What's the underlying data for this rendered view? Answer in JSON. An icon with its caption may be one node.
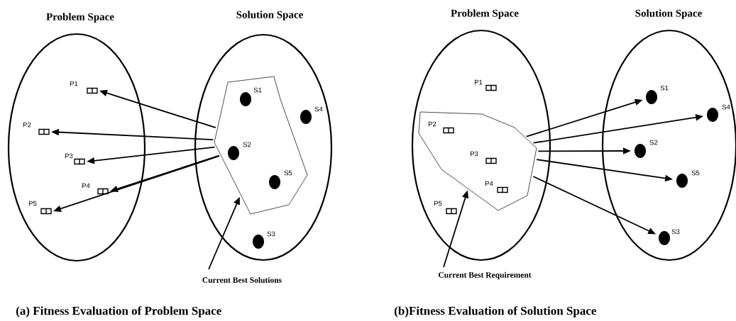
{
  "diagram": {
    "nodes": [
      {
        "text": [
          "Problem Space"
        ]
      },
      {
        "text": [
          "Solution Space"
        ]
      },
      {
        "text": [],
        "shape": "polygon",
        "in": 1
      },
      {
        "text": [
          "P1"
        ],
        "in": 0
      },
      {
        "text": [
          "P2"
        ],
        "in": 0
      },
      {
        "text": [
          "P3"
        ],
        "in": 0
      },
      {
        "text": [
          "P4"
        ],
        "in": 0
      },
      {
        "text": [
          "P5"
        ],
        "in": 0
      },
      {
        "text": [
          "S1"
        ],
        "in": 2
      },
      {
        "text": [
          "S4"
        ],
        "in": 1
      },
      {
        "text": [
          "S2"
        ],
        "in": 2
      },
      {
        "text": [
          "S5"
        ],
        "in": 2
      },
      {
        "text": [
          "S3"
        ],
        "in": 1
      },
      {
        "text": [
          "Current Best Solutions"
        ]
      },
      {
        "text": [
          "Problem Space"
        ]
      },
      {
        "text": [
          "Solution Space"
        ]
      },
      {
        "text": [],
        "shape": "polygon",
        "in": 14
      },
      {
        "text": [
          "P1"
        ],
        "in": 14
      },
      {
        "text": [
          "P2"
        ],
        "in": 16
      },
      {
        "text": [
          "P3"
        ],
        "in": 16
      },
      {
        "text": [
          "P4"
        ],
        "in": 16
      },
      {
        "text": [
          "P5"
        ],
        "in": 14
      },
      {
        "text": [
          "S1"
        ],
        "in": 15
      },
      {
        "text": [
          "S4"
        ],
        "in": 15
      },
      {
        "text": [
          "S2"
        ],
        "in": 15
      },
      {
        "text": [
          "S5"
        ],
        "in": 15
      },
      {
        "text": [
          "S3"
        ],
        "in": 15
      },
      {
        "text": [
          "Current Best Requirement"
        ]
      }
    ],
    "edges": [
      {
        "from": 2,
        "to": 3,
        "arrow": "to"
      },
      {
        "from": 2,
        "to": 4,
        "arrow": "to"
      },
      {
        "from": 2,
        "to": 5,
        "arrow": "to"
      },
      {
        "from": 2,
        "to": 6,
        "arrow": "to"
      },
      {
        "from": 2,
        "to": 7,
        "arrow": "to"
      },
      {
        "from": 13,
        "to": 2,
        "arrow": "to"
      },
      {
        "from": 16,
        "to": 22,
        "arrow": "to"
      },
      {
        "from": 16,
        "to": 23,
        "arrow": "to"
      },
      {
        "from": 16,
        "to": 24,
        "arrow": "to"
      },
      {
        "from": 16,
        "to": 25,
        "arrow": "to"
      },
      {
        "from": 16,
        "to": 26,
        "arrow": "to"
      },
      {
        "from": 27,
        "to": 16,
        "arrow": "to"
      }
    ],
    "labels": [
      "(a) Fitness Evaluation of Problem Space",
      "(b)Fitness Evaluation of Solution Space"
    ]
  }
}
